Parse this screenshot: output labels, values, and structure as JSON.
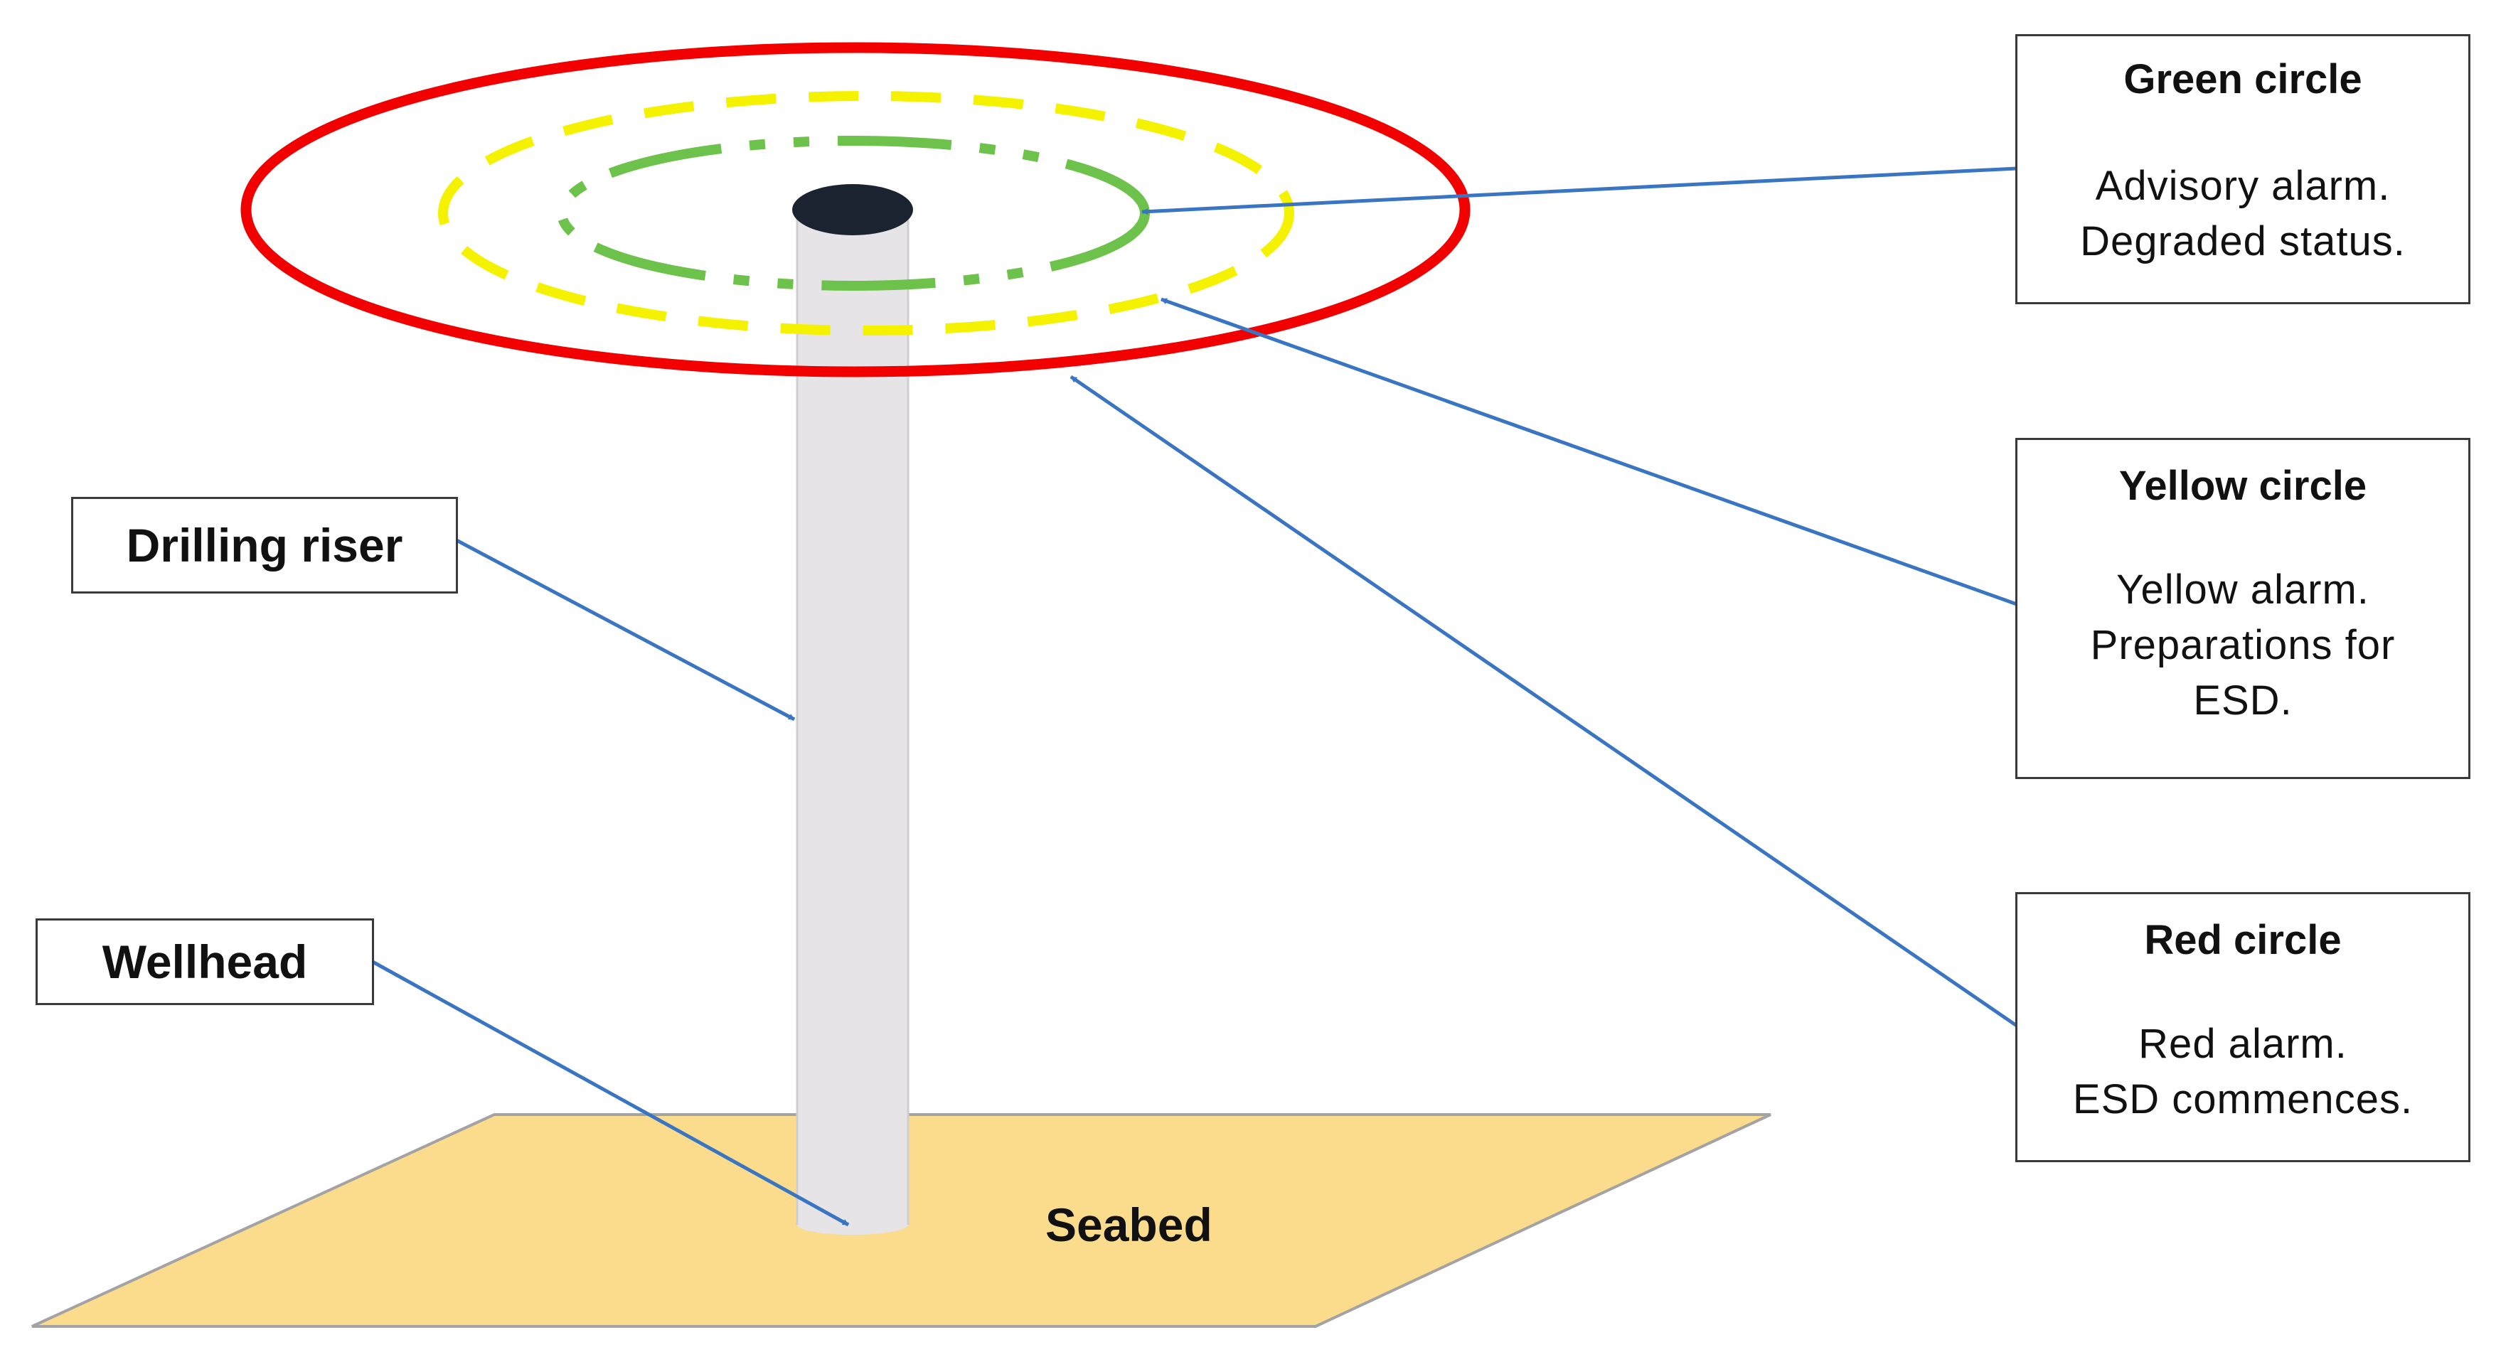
{
  "colors": {
    "red_circle": "#f20000",
    "yellow_circle": "#f5f200",
    "green_circle": "#6cc24a",
    "riser": "#e6e4e6",
    "riser_top": "#1b2230",
    "seabed": "#fbdc8d",
    "arrow": "#3a75c4"
  },
  "labels": {
    "drilling_riser": "Drilling riser",
    "wellhead": "Wellhead",
    "seabed": "Seabed"
  },
  "legend": {
    "green": {
      "title": "Green circle",
      "lines": [
        "Advisory alarm.",
        "Degraded status."
      ]
    },
    "yellow": {
      "title": "Yellow circle",
      "lines": [
        "Yellow alarm.",
        "Preparations for",
        "ESD."
      ]
    },
    "red": {
      "title": "Red circle",
      "lines": [
        "Red alarm.",
        "ESD commences."
      ]
    }
  }
}
